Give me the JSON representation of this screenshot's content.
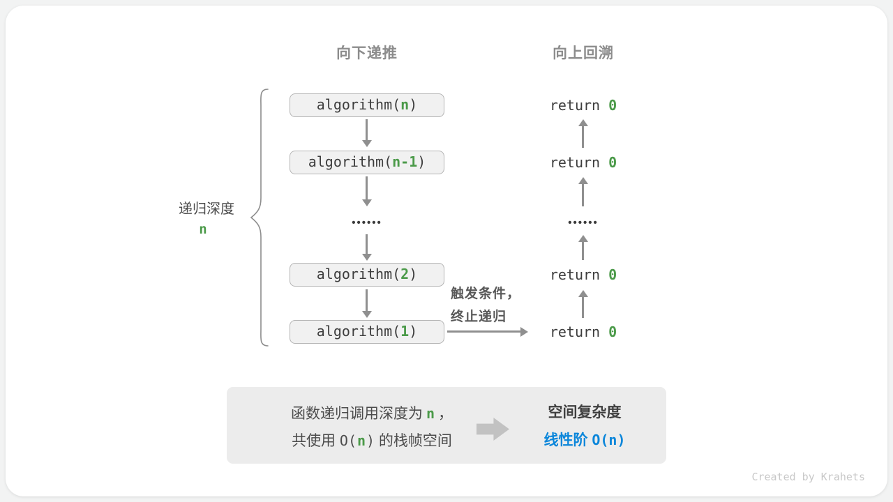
{
  "colors": {
    "green": "#4b9a49",
    "blue": "#0b86da",
    "arrow_gray": "#8f8f8f",
    "box_fill": "#f1f1f1",
    "summary_fill": "#ececec"
  },
  "headers": {
    "descend": "向下递推",
    "backtrack": "向上回溯"
  },
  "depth": {
    "label": "递归深度",
    "value": "n"
  },
  "calls": [
    {
      "pre": "algorithm(",
      "arg": "n",
      "post": ")"
    },
    {
      "pre": "algorithm(",
      "arg": "n-1",
      "post": ")"
    },
    {
      "pre": "algorithm(",
      "arg": "2",
      "post": ")"
    },
    {
      "pre": "algorithm(",
      "arg": "1",
      "post": ")"
    }
  ],
  "ellipsis": "••••••",
  "returns": [
    {
      "pre": "return ",
      "val": "0"
    },
    {
      "pre": "return ",
      "val": "0"
    },
    {
      "pre": "return ",
      "val": "0"
    },
    {
      "pre": "return ",
      "val": "0"
    }
  ],
  "base_case_note": {
    "line1": "触发条件，",
    "line2": "终止递归"
  },
  "summary": {
    "l1a": "函数递归调用深度为",
    "l1var": "n",
    "l1b": "，",
    "l2a": "共使用 ",
    "l2b": "O(",
    "l2var": "n",
    "l2c": ")",
    "l2d": " 的栈帧空间",
    "r1": "空间复杂度",
    "r2a": "线性阶 ",
    "r2b": "O(n)"
  },
  "watermark": "Created by Krahets"
}
